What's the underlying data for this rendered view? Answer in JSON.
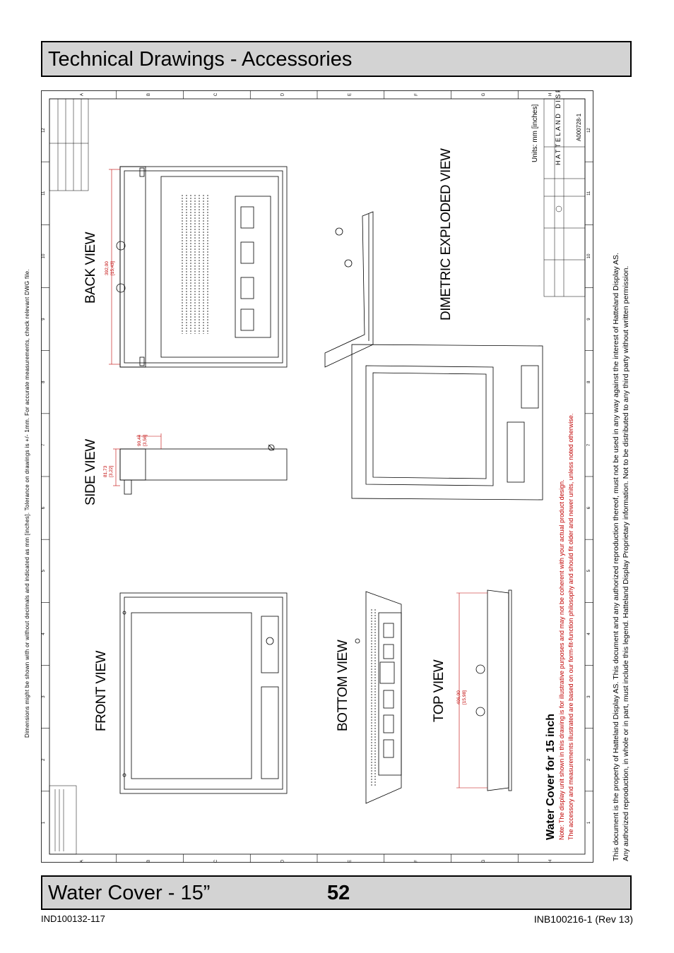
{
  "header": {
    "title": "Technical Drawings - Accessories"
  },
  "footer": {
    "title": "Water Cover - 15”",
    "page_number": "52"
  },
  "doc_ids": {
    "left": "IND100132-117",
    "right": "INB100216-1 (Rev 13)"
  },
  "dimension_note": "Dimensions might be shown with or without decimals and indicated as mm [inches]. Tolerance on drawings is +/- 1mm. For accurate measurements, check relevant DWG file.",
  "legal": {
    "line1": "This document is the property of Hatteland Display AS. This document and any authorized reproduction thereof, must not be used in any way against the interest of Hatteland Display AS.",
    "line2": "Any authorized reproduction, in whole or in part, must include this legend. Hatteland Display Proprietary information. Not to be distributed to any third party without written permission."
  },
  "drawing": {
    "views": {
      "back": "BACK VIEW",
      "side": "SIDE VIEW",
      "front": "FRONT VIEW",
      "bottom": "BOTTOM VIEW",
      "top": "TOP VIEW",
      "dimetric": "DIMETRIC EXPLODED VIEW"
    },
    "units": "Units: mm [inches]",
    "product_title": "Water Cover for 15 inch",
    "note_line1": "Note: The display unit shown in this drawing is for illustrative purposes and may not be coherent with your actual product design.",
    "note_line2": "The accessory and measurements illustrated are based on our form-fit-function philosophy and should fit older and newer units, unless noted otherwise.",
    "dimensions": {
      "back_height_mm": "392,00",
      "back_height_in": "[15,43]",
      "side_depth_mm": "81,73",
      "side_depth_in": "[3,22]",
      "side_small_mm": "90,44",
      "side_small_in": "[3,56]",
      "top_width_mm": "406,00",
      "top_width_in": "[15,98]"
    },
    "part_number": "A000728-1",
    "grid_letters": [
      "A",
      "B",
      "C",
      "D",
      "E",
      "F",
      "G",
      "H"
    ],
    "grid_numbers": [
      "1",
      "2",
      "3",
      "4",
      "5",
      "6",
      "7",
      "8",
      "9",
      "10",
      "11",
      "12"
    ],
    "logo_text": "HATTELAND DISPLAY"
  }
}
